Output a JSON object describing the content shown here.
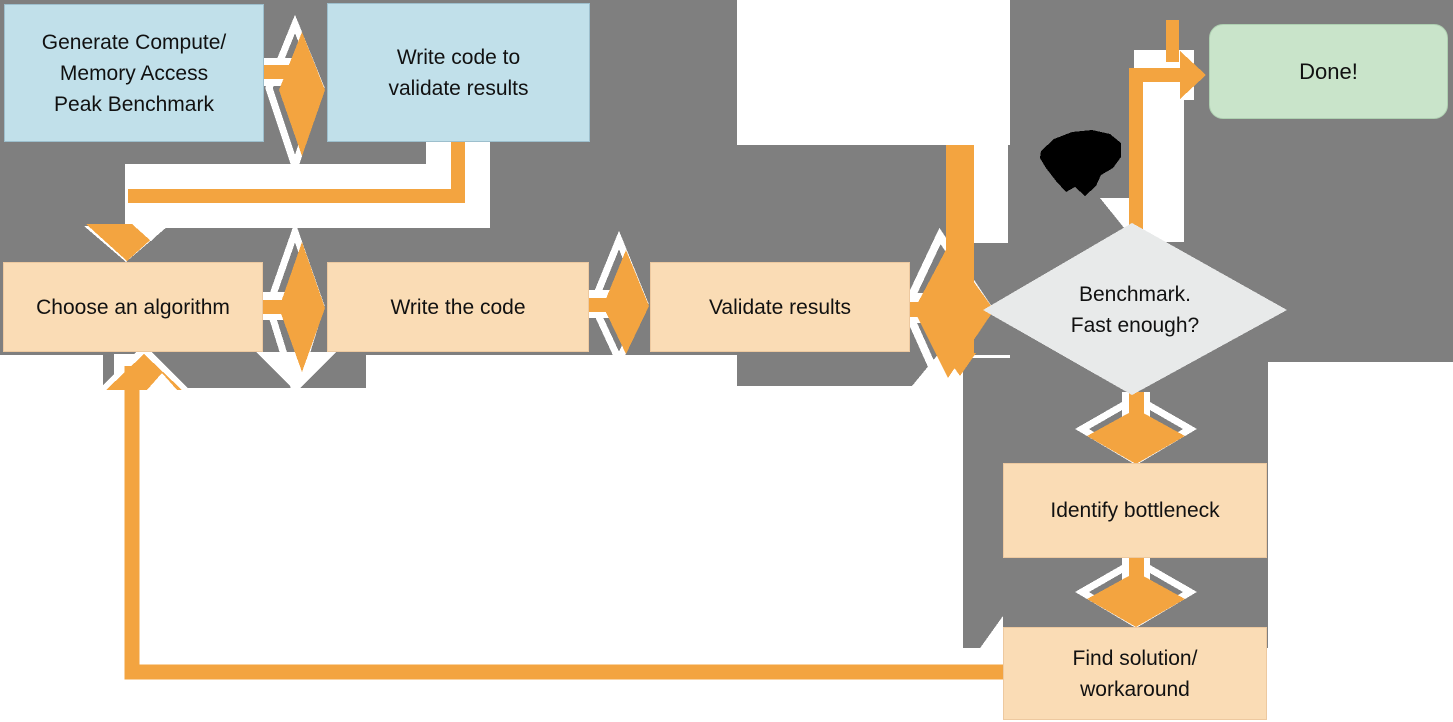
{
  "colors": {
    "gray_background": "#7f7f7f",
    "orange_arrow": "#f3a440",
    "peach_node": "#fadcb5",
    "blue_node": "#c1e0ea",
    "green_node": "#c9e4ca",
    "diamond_node": "#e8eaea",
    "text": "#111111"
  },
  "diagram": {
    "nodes": [
      {
        "id": "generate-benchmark",
        "label": "Generate Compute/\nMemory Access\nPeak Benchmark",
        "shape": "rectangle",
        "color_role": "blue"
      },
      {
        "id": "write-validation-code",
        "label": "Write code to\nvalidate results",
        "shape": "rectangle",
        "color_role": "blue"
      },
      {
        "id": "choose-algorithm",
        "label": "Choose an algorithm",
        "shape": "rectangle",
        "color_role": "peach"
      },
      {
        "id": "write-code",
        "label": "Write the code",
        "shape": "rectangle",
        "color_role": "peach"
      },
      {
        "id": "validate-results",
        "label": "Validate results",
        "shape": "rectangle",
        "color_role": "peach"
      },
      {
        "id": "benchmark-decision",
        "label": "Benchmark.\nFast enough?",
        "shape": "diamond",
        "color_role": "diamond"
      },
      {
        "id": "done",
        "label": "Done!",
        "shape": "rounded-rectangle",
        "color_role": "green"
      },
      {
        "id": "identify-bottleneck",
        "label": "Identify bottleneck",
        "shape": "rectangle",
        "color_role": "peach"
      },
      {
        "id": "find-solution",
        "label": "Find solution/\nworkaround",
        "shape": "rectangle",
        "color_role": "peach"
      }
    ],
    "edges": [
      {
        "from": "generate-benchmark",
        "to": "write-validation-code",
        "style": "thick-arrow-right"
      },
      {
        "from": "write-validation-code",
        "to": "choose-algorithm",
        "style": "elbow-down-left"
      },
      {
        "from": "choose-algorithm",
        "to": "write-code",
        "style": "thick-arrow-right"
      },
      {
        "from": "write-code",
        "to": "validate-results",
        "style": "thick-arrow-right"
      },
      {
        "from": "validate-results",
        "to": "benchmark-decision",
        "style": "thick-arrow-right"
      },
      {
        "from": "benchmark-decision",
        "to": "done",
        "style": "elbow-up-right"
      },
      {
        "from": "benchmark-decision",
        "to": "identify-bottleneck",
        "style": "thick-arrow-down"
      },
      {
        "from": "identify-bottleneck",
        "to": "find-solution",
        "style": "thick-arrow-down"
      },
      {
        "from": "find-solution",
        "to": "choose-algorithm",
        "style": "feedback-loop-left-up"
      }
    ]
  }
}
